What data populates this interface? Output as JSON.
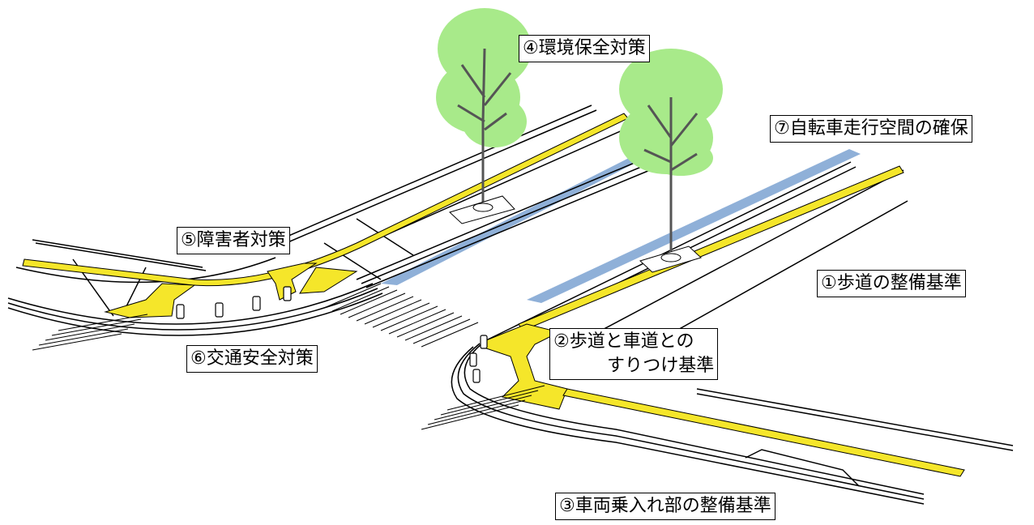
{
  "labels": {
    "sidewalk_standard": "①歩道の整備基準",
    "transition_line1": "②歩道と車道との",
    "transition_line2": "すりつけ基準",
    "vehicle_entrance": "③車両乗入れ部の整備基準",
    "environment": "④環境保全対策",
    "accessibility": "⑤障害者対策",
    "traffic_safety": "⑥交通安全対策",
    "bicycle_space": "⑦自転車走行空間の確保"
  },
  "colors": {
    "tactile_paving": "#f5e62a",
    "bicycle_lane": "#8fb0d8",
    "tree_canopy": "#a8ea8a",
    "tree_trunk": "#555555",
    "line": "#000000"
  },
  "icons": [
    "tree-icon",
    "bollard-icon",
    "crosswalk-stripes"
  ]
}
